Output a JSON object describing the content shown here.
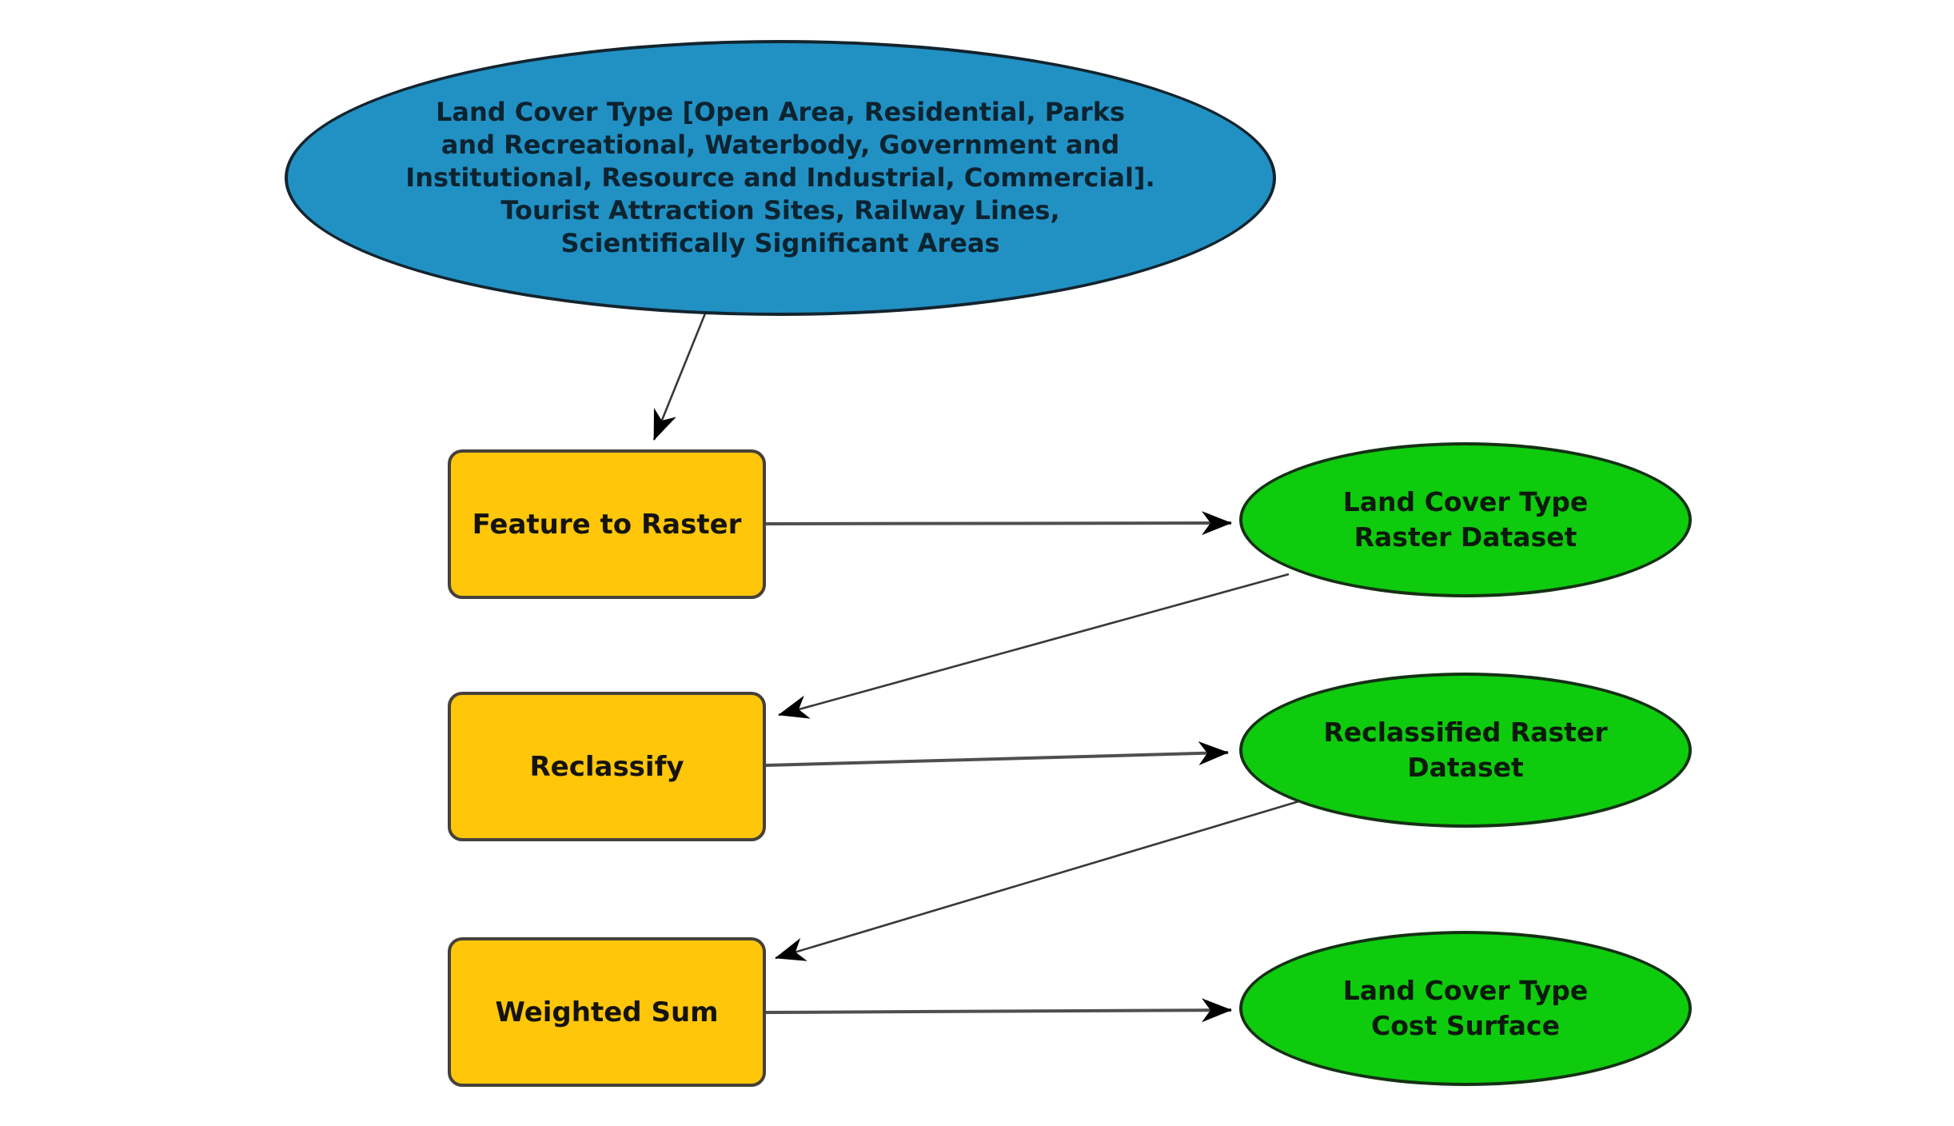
{
  "diagram": {
    "title": "",
    "background_color": "#ffffff",
    "colors": {
      "input_ellipse_fill": "#2191c4",
      "tool_rect_fill": "#ffc60a",
      "output_ellipse_fill": "#0ecb0e",
      "edge_line": "#4f4f4f",
      "arrowhead": "#000000"
    },
    "nodes": [
      {
        "id": "input-land-cover",
        "type": "input-ellipse",
        "fill": "#2191c4",
        "lines": [
          "Land Cover Type [Open Area, Residential, Parks",
          "and Recreational, Waterbody, Government and",
          "Institutional, Resource and Industrial, Commercial].",
          "Tourist Attraction Sites, Railway Lines,",
          "Scientifically Significant Areas"
        ]
      },
      {
        "id": "tool-feature-to-raster",
        "type": "tool-rect",
        "fill": "#ffc60a",
        "label": "Feature to Raster"
      },
      {
        "id": "data-land-cover-raster",
        "type": "output-ellipse",
        "fill": "#0ecb0e",
        "lines": [
          "Land Cover Type",
          "Raster Dataset"
        ]
      },
      {
        "id": "tool-reclassify",
        "type": "tool-rect",
        "fill": "#ffc60a",
        "label": "Reclassify"
      },
      {
        "id": "data-reclassified-raster",
        "type": "output-ellipse",
        "fill": "#0ecb0e",
        "lines": [
          "Reclassified Raster",
          "Dataset"
        ]
      },
      {
        "id": "tool-weighted-sum",
        "type": "tool-rect",
        "fill": "#ffc60a",
        "label": "Weighted Sum"
      },
      {
        "id": "data-cost-surface",
        "type": "output-ellipse",
        "fill": "#0ecb0e",
        "lines": [
          "Land Cover Type",
          "Cost Surface"
        ]
      }
    ],
    "edges": [
      {
        "from": "input-land-cover",
        "to": "tool-feature-to-raster"
      },
      {
        "from": "tool-feature-to-raster",
        "to": "data-land-cover-raster"
      },
      {
        "from": "data-land-cover-raster",
        "to": "tool-reclassify"
      },
      {
        "from": "tool-reclassify",
        "to": "data-reclassified-raster"
      },
      {
        "from": "data-reclassified-raster",
        "to": "tool-weighted-sum"
      },
      {
        "from": "tool-weighted-sum",
        "to": "data-cost-surface"
      }
    ]
  }
}
